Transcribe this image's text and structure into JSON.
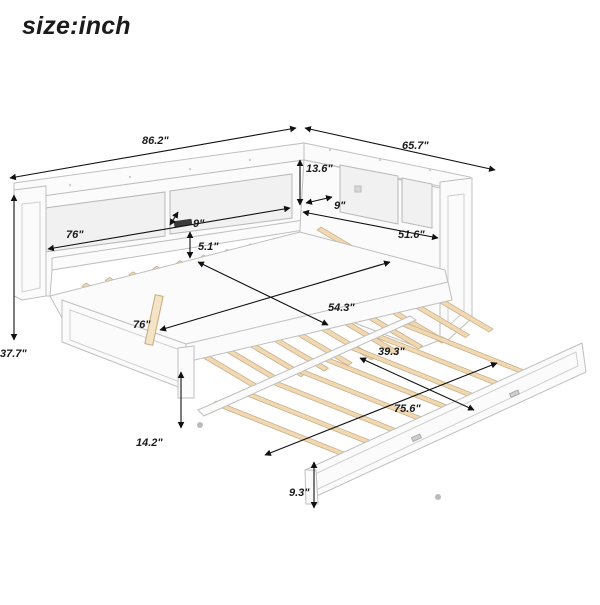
{
  "title": "size:inch",
  "dimensions": {
    "total_length": "86.2\"",
    "total_depth": "65.7\"",
    "total_height": "37.7\"",
    "side_shelf_height": "13.6\"",
    "back_shelf_depth": "9\"",
    "side_shelf_depth": "9\"",
    "back_shelf_length": "76\"",
    "side_shelf_length": "51.6\"",
    "back_clearance": "5.1\"",
    "mattress_width": "54.3\"",
    "mattress_length": "76\"",
    "trundle_width": "39.3\"",
    "trundle_length": "75.6\"",
    "under_clearance": "14.2\"",
    "trundle_height": "9.3\""
  },
  "colors": {
    "frame": "#fbfbfb",
    "slat": "#efd8b4",
    "text": "#1b1b1b"
  }
}
